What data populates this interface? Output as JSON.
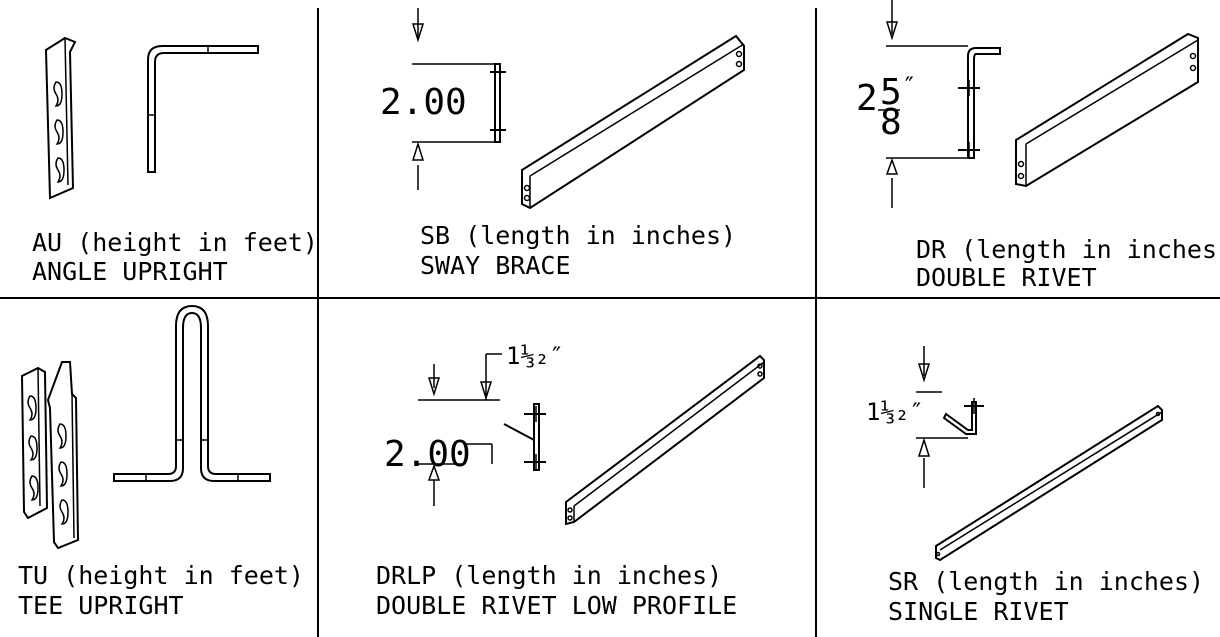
{
  "panels": {
    "au": {
      "code": "AU (height in feet)",
      "name": "ANGLE UPRIGHT"
    },
    "sb": {
      "code": "SB (length in inches)",
      "name": "SWAY BRACE",
      "dimension": "2.00"
    },
    "dr": {
      "code": "DR (length in inches)",
      "name": "DOUBLE RIVET",
      "dimension_whole": "2",
      "dimension_num": "5",
      "dimension_den": "8",
      "dimension_unit": "″"
    },
    "tu": {
      "code": "TU (height in feet)",
      "name": "TEE UPRIGHT"
    },
    "drlp": {
      "code": "DRLP (length in inches)",
      "name": "DOUBLE RIVET LOW PROFILE",
      "dimension": "2.00",
      "offset": "1⅓₂″"
    },
    "sr": {
      "code": "SR (length in inches)",
      "name": "SINGLE RIVET",
      "offset": "1⅓₂″"
    }
  }
}
